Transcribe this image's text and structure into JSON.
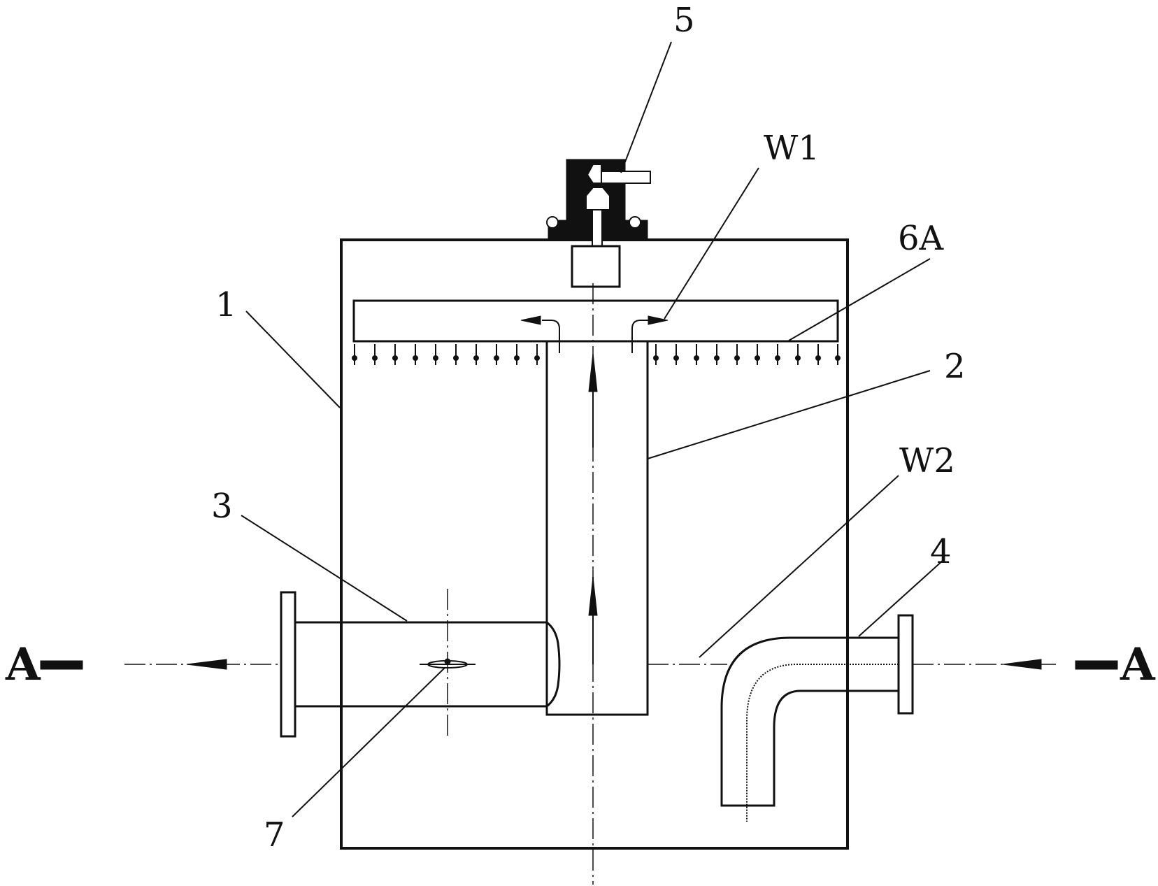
{
  "labels": {
    "part_1": "1",
    "part_2": "2",
    "part_3": "3",
    "part_4": "4",
    "part_5": "5",
    "part_6a": "6A",
    "part_7": "7",
    "w1": "W1",
    "w2": "W2",
    "section_left": "A",
    "section_right": "A"
  }
}
